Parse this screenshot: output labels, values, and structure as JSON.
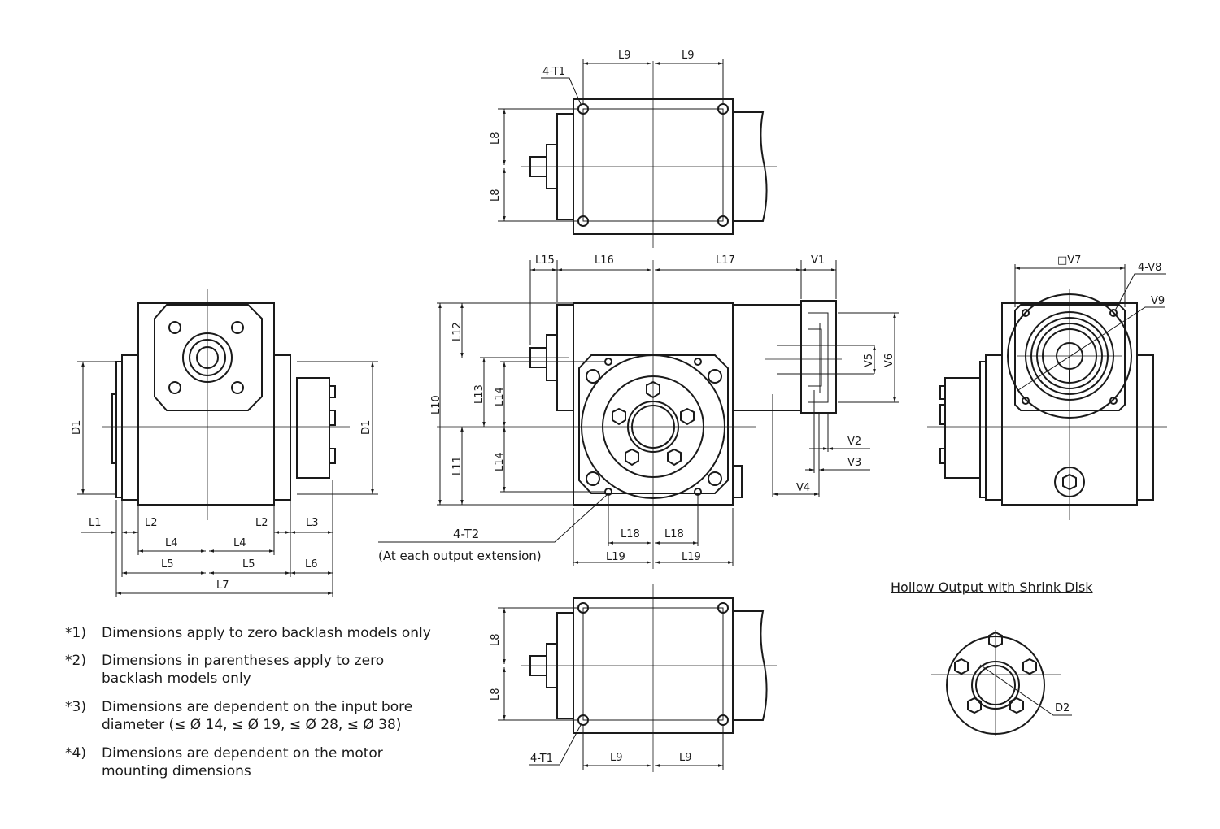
{
  "labels": {
    "L1": "L1",
    "L2": "L2",
    "L3": "L3",
    "L4": "L4",
    "L5": "L5",
    "L6": "L6",
    "L7": "L7",
    "L8": "L8",
    "L9": "L9",
    "L10": "L10",
    "L11": "L11",
    "L12": "L12",
    "L13": "L13",
    "L14": "L14",
    "L15": "L15",
    "L16": "L16",
    "L17": "L17",
    "L18": "L18",
    "L19": "L19",
    "D1": "D1",
    "D2": "D2",
    "V1": "V1",
    "V2": "V2",
    "V3": "V3",
    "V4": "V4",
    "V5": "V5",
    "V6": "V6",
    "V7": "□V7",
    "V8": "4-V8",
    "V9": "V9",
    "T1": "4-T1",
    "T2": "4-T2",
    "T2_note": "(At each output extension)"
  },
  "hollow_title": "Hollow Output with Shrink Disk",
  "notes": [
    {
      "key": "*1)",
      "text": "Dimensions apply to zero backlash models only"
    },
    {
      "key": "*2)",
      "text": "Dimensions in parentheses apply to zero backlash models only"
    },
    {
      "key": "*3)",
      "text": "Dimensions  are dependent on the input bore diameter (≤ Ø 14, ≤ Ø 19, ≤ Ø 28, ≤ Ø 38)"
    },
    {
      "key": "*4)",
      "text": "Dimensions are dependent on the motor mounting dimensions"
    }
  ]
}
